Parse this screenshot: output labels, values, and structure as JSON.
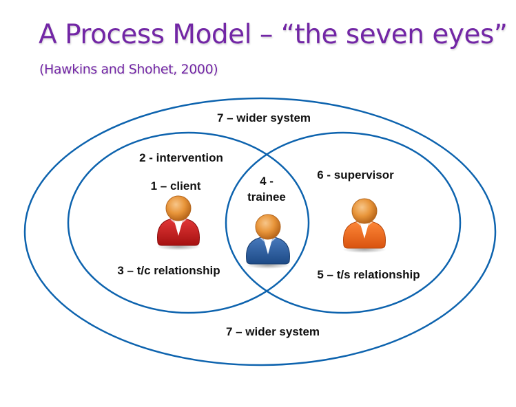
{
  "title": "A Process Model – “the seven eyes”",
  "subtitle": "(Hawkins and Shohet, 2000)",
  "colors": {
    "title": "#7226a5",
    "ring": "#0d63ae",
    "label": "#111111",
    "head": "#e8953a",
    "client": "#cf1f1f",
    "trainee": "#2c5fa3",
    "supervisor": "#f06a1c"
  },
  "diagram": {
    "outer_label_top": "7 – wider system",
    "outer_label_bottom": "7 – wider system",
    "left_circle": {
      "label_intervention": "2 - intervention",
      "label_client": "1 – client",
      "label_relationship": "3 – t/c relationship"
    },
    "overlap": {
      "label_line1": "4 -",
      "label_line2": "trainee"
    },
    "right_circle": {
      "label_supervisor": "6 - supervisor",
      "label_relationship": "5 – t/s relationship"
    },
    "people": [
      {
        "role": "client",
        "icon": "person-icon"
      },
      {
        "role": "trainee",
        "icon": "person-icon"
      },
      {
        "role": "supervisor",
        "icon": "person-icon"
      }
    ]
  }
}
